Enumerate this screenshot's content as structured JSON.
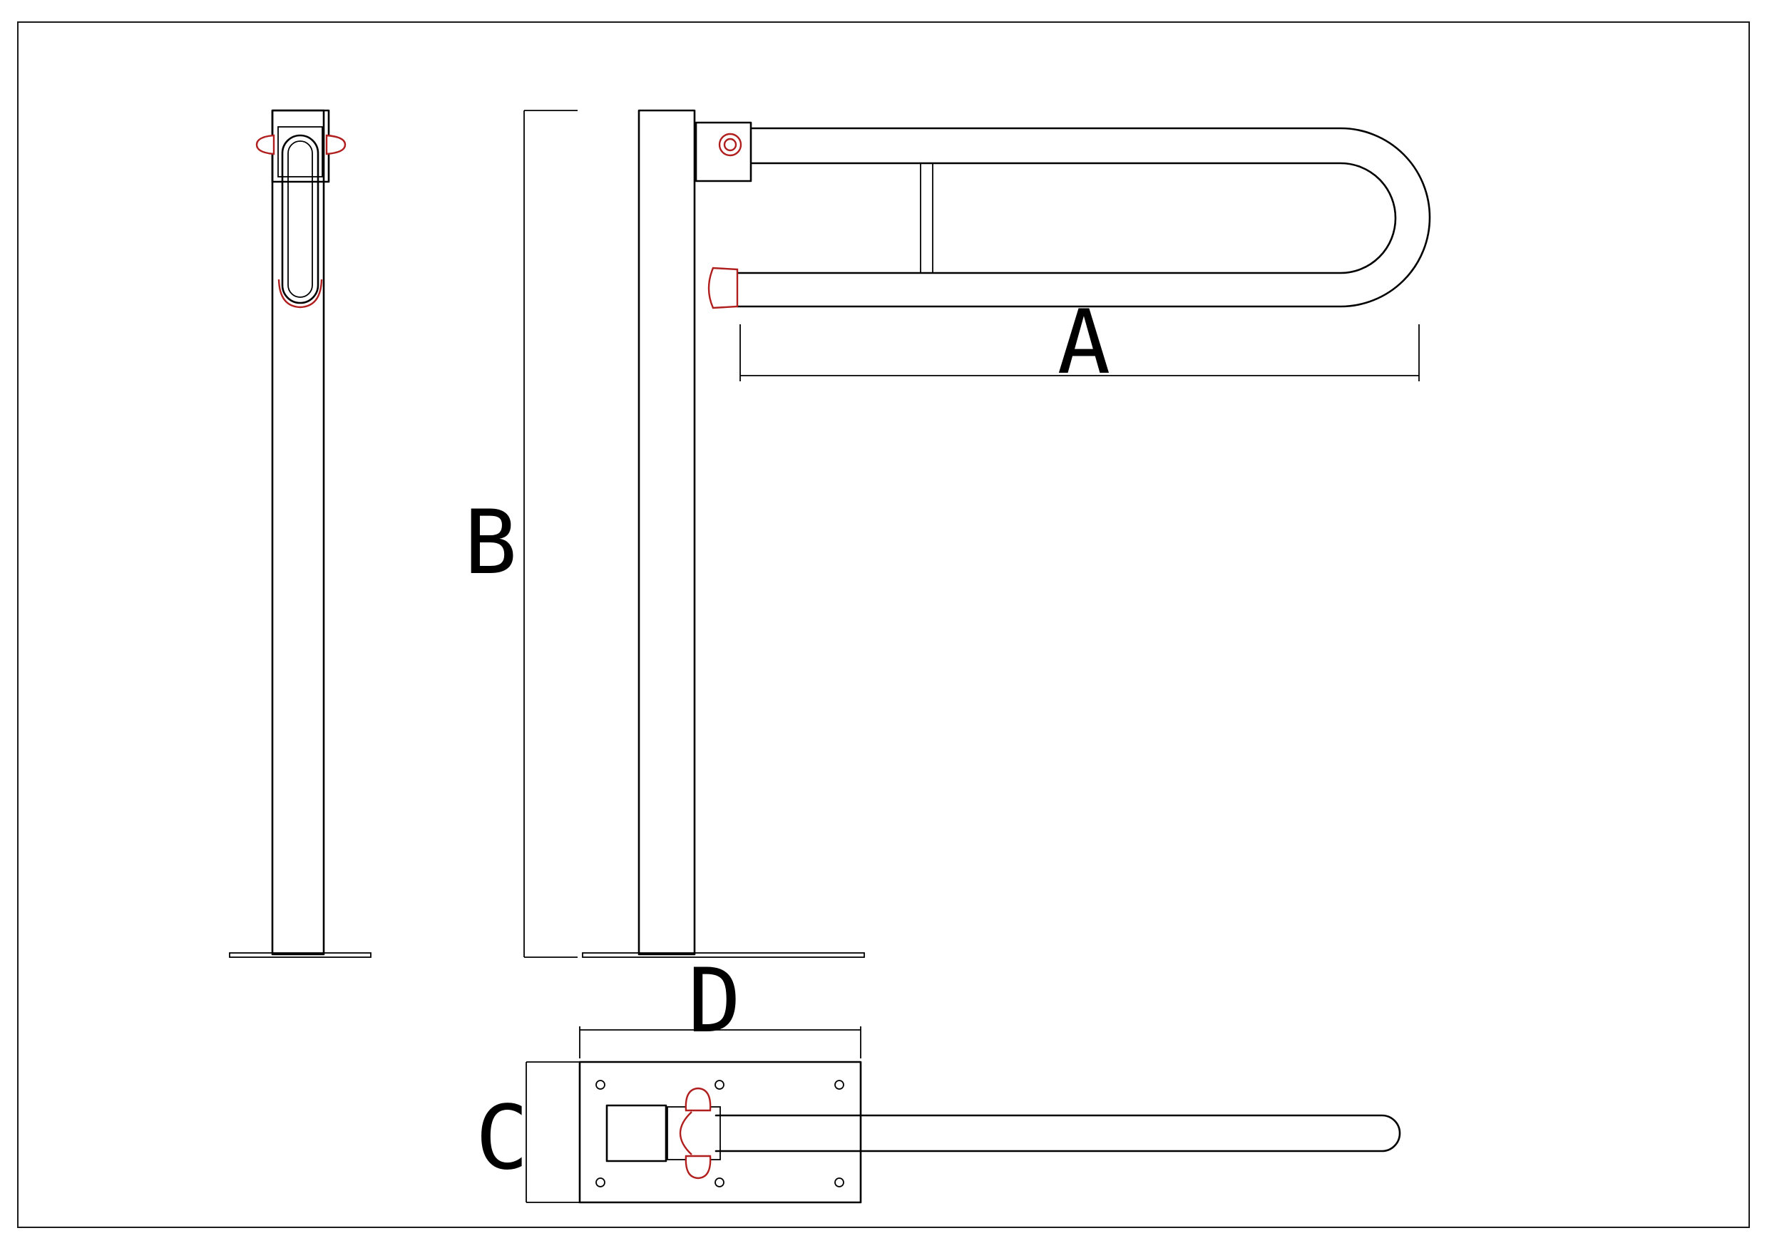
{
  "drawing": {
    "labels": {
      "a": "A",
      "b": "B",
      "c": "C",
      "d": "D"
    },
    "colors": {
      "line": "#000000",
      "accent": "#b01e1e",
      "background": "#ffffff"
    }
  }
}
